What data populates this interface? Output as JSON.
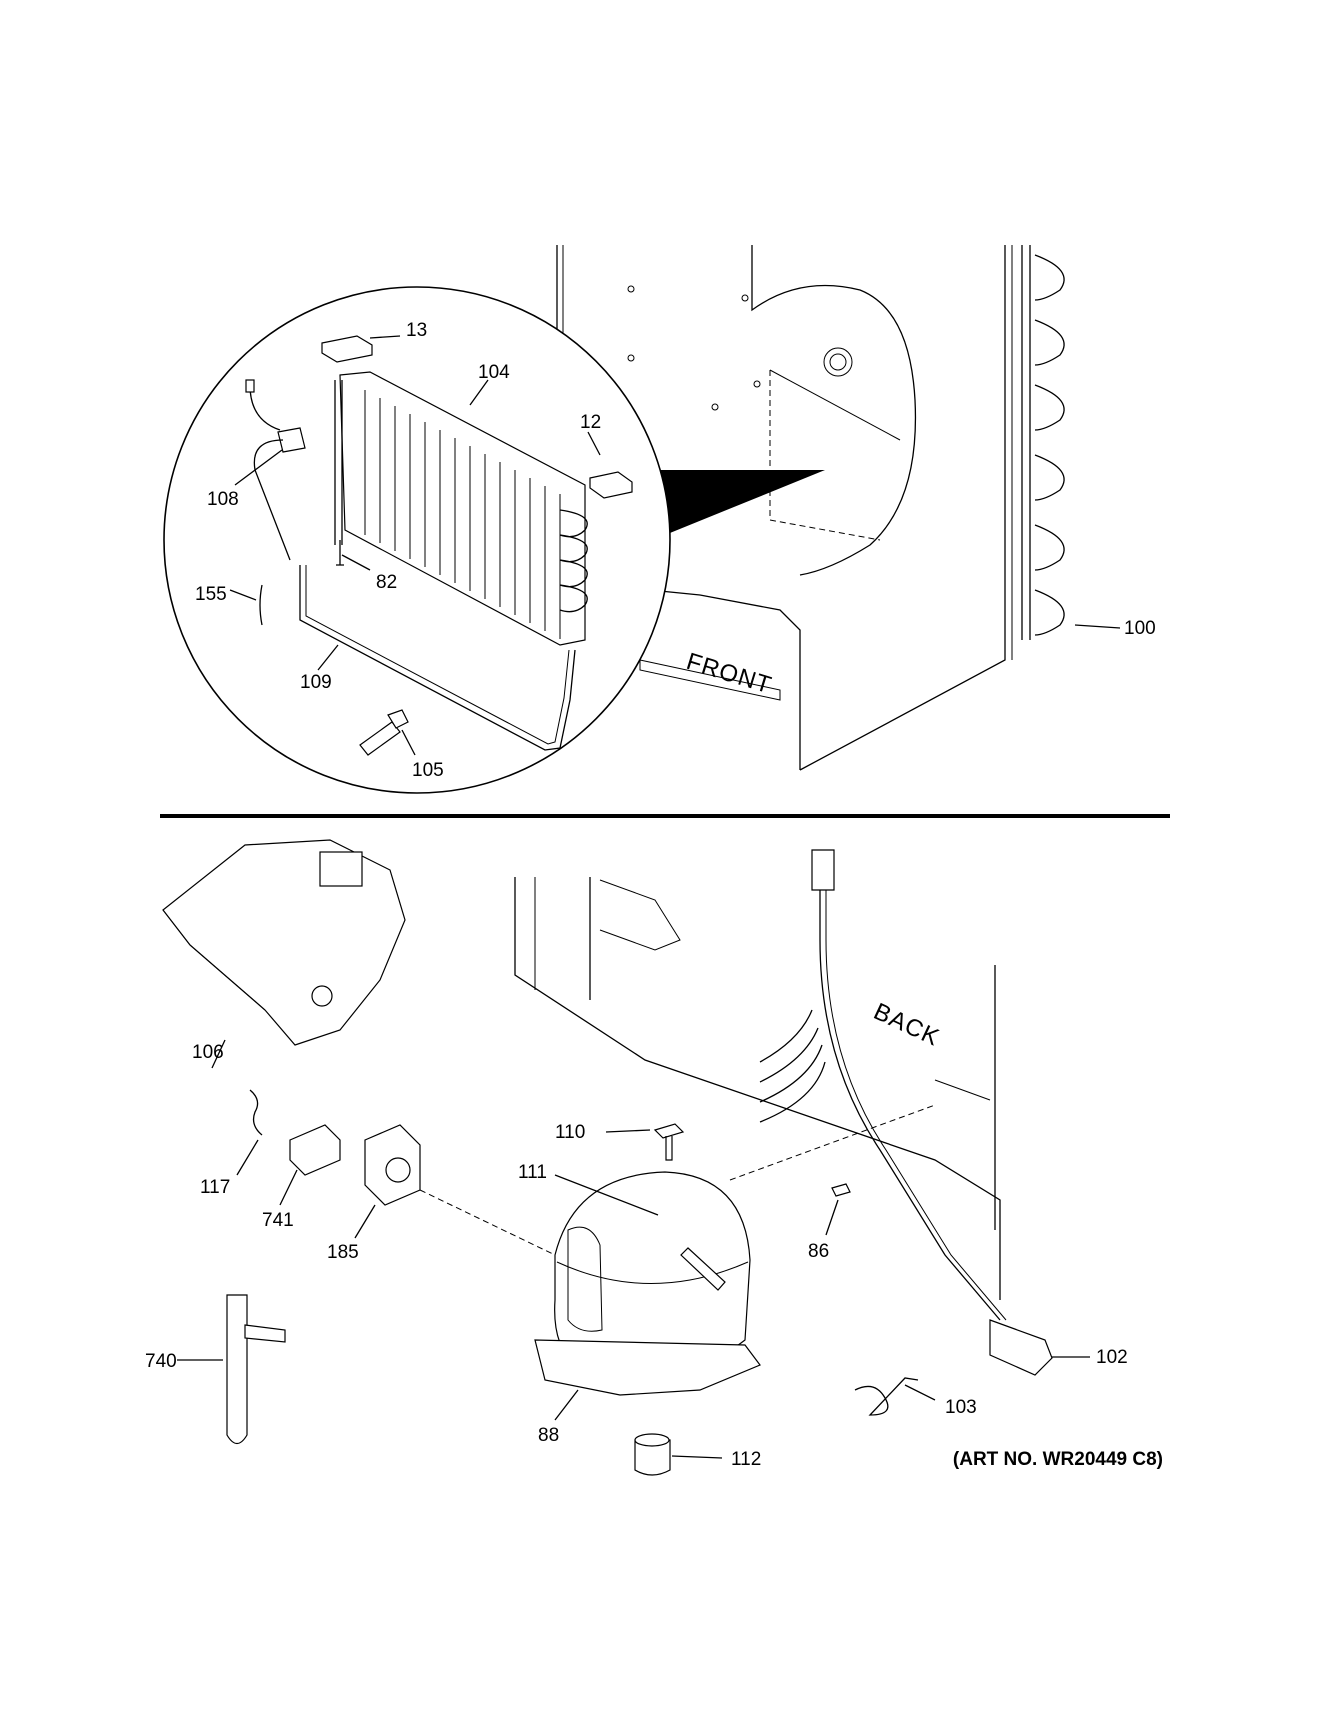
{
  "section_labels": {
    "front": "FRONT",
    "back": "BACK"
  },
  "art_number": "(ART NO. WR20449 C8)",
  "callouts": {
    "p13": "13",
    "p104": "104",
    "p12": "12",
    "p108": "108",
    "p82": "82",
    "p155": "155",
    "p109": "109",
    "p105": "105",
    "p100": "100",
    "p106": "106",
    "p117": "117",
    "p741": "741",
    "p185": "185",
    "p110": "110",
    "p111": "111",
    "p86": "86",
    "p102": "102",
    "p740": "740",
    "p88": "88",
    "p103": "103",
    "p112": "112"
  }
}
